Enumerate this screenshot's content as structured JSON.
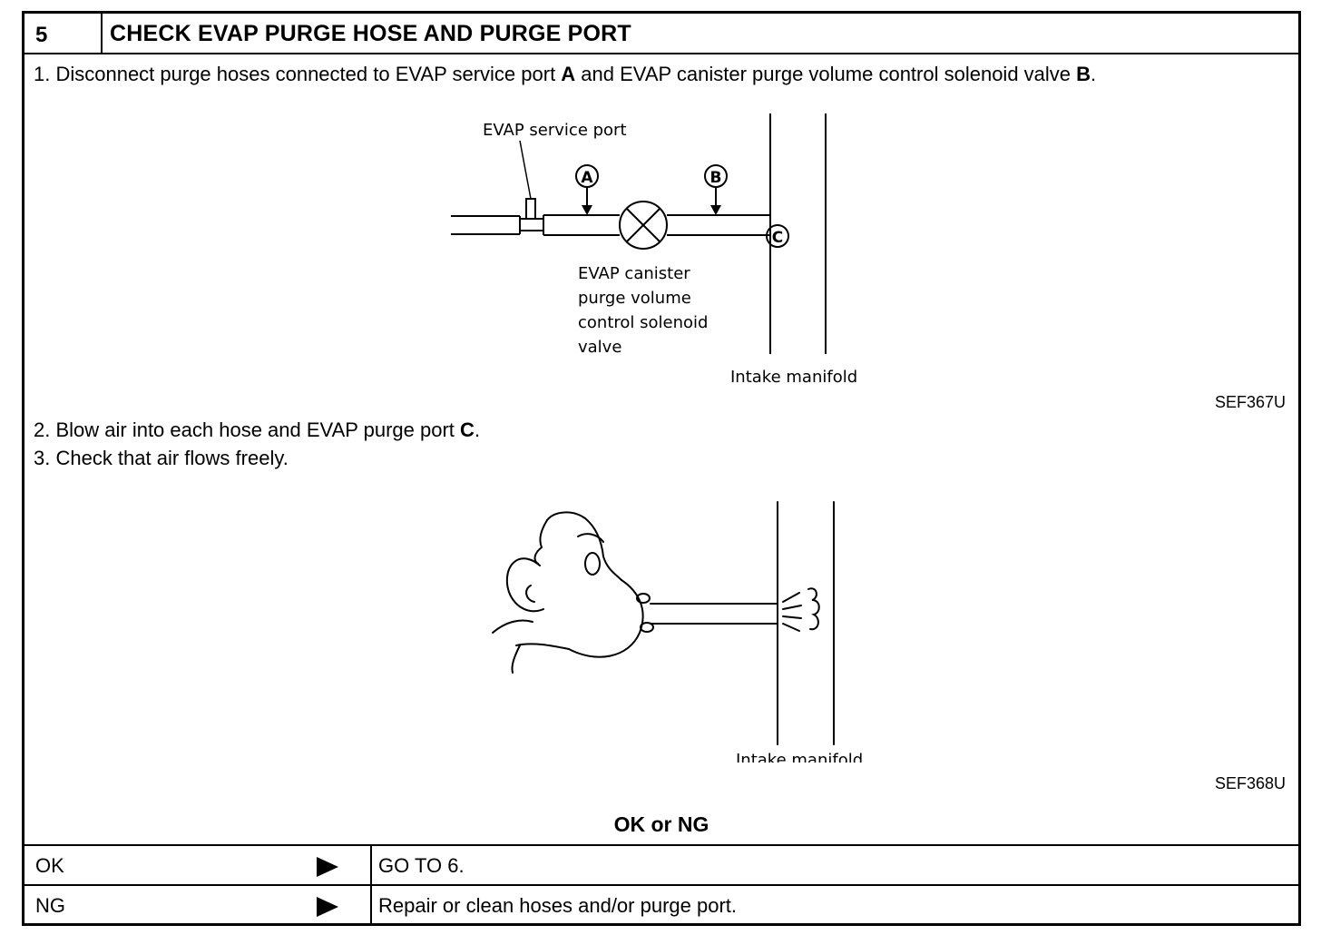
{
  "step": {
    "number": "5",
    "title": "CHECK EVAP PURGE HOSE AND PURGE PORT"
  },
  "instructions": {
    "i1_prefix": "1.  Disconnect purge hoses connected to EVAP service port ",
    "i1_a": "A",
    "i1_mid": " and EVAP canister purge volume control solenoid valve ",
    "i1_b": "B",
    "i1_end": ".",
    "i2_prefix": "2.  Blow air into each hose and EVAP purge port ",
    "i2_c": "C",
    "i2_end": ".",
    "i3": "3.  Check that air flows freely."
  },
  "figure1": {
    "service_port_label": "EVAP service port",
    "marker_a": "A",
    "marker_b": "B",
    "marker_c": "C",
    "valve_label_l1": "EVAP canister",
    "valve_label_l2": "purge volume",
    "valve_label_l3": "control solenoid",
    "valve_label_l4": "valve",
    "manifold_label": "Intake manifold",
    "code": "SEF367U"
  },
  "figure2": {
    "manifold_label": "Intake manifold",
    "code": "SEF368U"
  },
  "result": {
    "heading": "OK or NG",
    "rows": [
      {
        "label": "OK",
        "action": "GO TO 6."
      },
      {
        "label": "NG",
        "action": "Repair or clean hoses and/or purge port."
      }
    ]
  }
}
